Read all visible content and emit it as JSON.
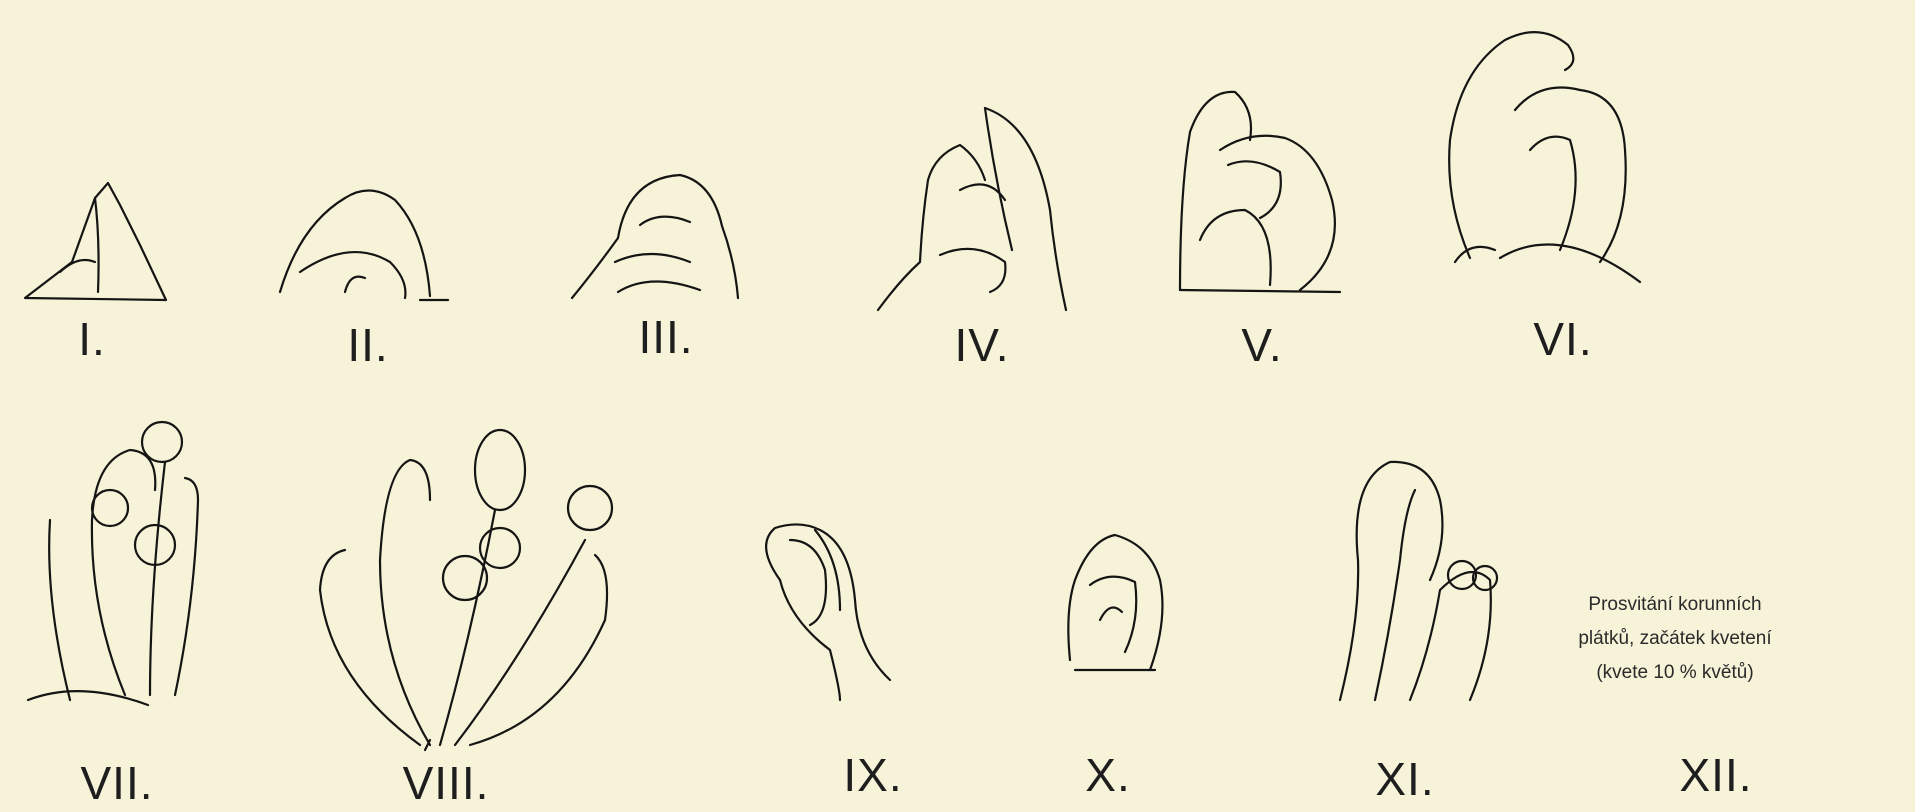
{
  "stages": [
    {
      "id": "I",
      "label": "I."
    },
    {
      "id": "II",
      "label": "II."
    },
    {
      "id": "III",
      "label": "III."
    },
    {
      "id": "IV",
      "label": "IV."
    },
    {
      "id": "V",
      "label": "V."
    },
    {
      "id": "VI",
      "label": "VI."
    },
    {
      "id": "VII",
      "label": "VII."
    },
    {
      "id": "VIII",
      "label": "VIII."
    },
    {
      "id": "IX",
      "label": "IX."
    },
    {
      "id": "X",
      "label": "X."
    },
    {
      "id": "XI",
      "label": "XI."
    },
    {
      "id": "XII",
      "label": "XII."
    }
  ],
  "note": {
    "line1": "Prosvitání korunních",
    "line2": "plátků, začátek kvetení",
    "line3": "(kvete 10 % květů)"
  },
  "colors": {
    "paper": "#f6f3d8",
    "ink": "#151515"
  }
}
